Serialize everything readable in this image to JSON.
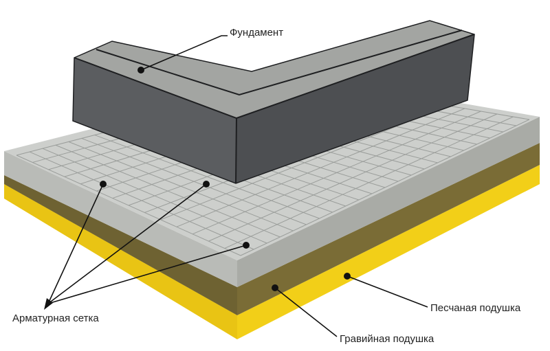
{
  "labels": {
    "foundation": "Фундамент",
    "rebar_mesh": "Арматурная сетка",
    "sand_cushion": "Песчаная подушка",
    "gravel_cushion": "Гравийная подушка"
  },
  "colors": {
    "concrete_top": "#cdcfcc",
    "concrete_front": "#b9bbb7",
    "concrete_right": "#a9aba6",
    "gravel_layer": "#6e6232",
    "sand_layer": "#f2cf18",
    "foundation_top": "#a3a5a2",
    "foundation_front": "#5b5d60",
    "foundation_right": "#4d4f52",
    "mesh_lines": "#9a9d9a",
    "leader_lines": "#111111"
  }
}
